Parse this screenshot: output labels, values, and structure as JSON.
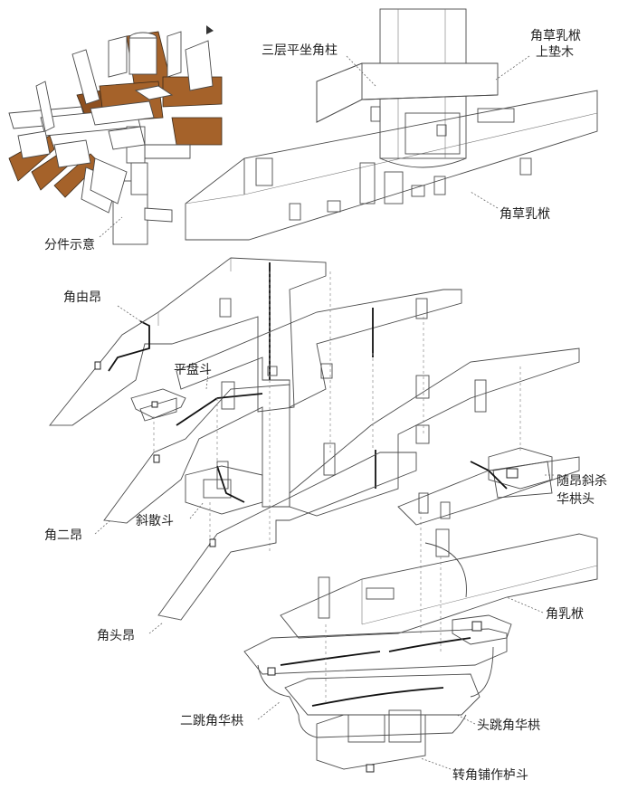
{
  "colors": {
    "line": "#4a4a4a",
    "wood": "#a5622a",
    "wood_dark": "#7a4418",
    "background": "#ffffff"
  },
  "labels": {
    "sanceng_pingzuo_jiaozhu": "三层平坐角柱",
    "jiao_cao_rufu_shang_dianmu_1": "角草乳栿",
    "jiao_cao_rufu_shang_dianmu_2": "上垫木",
    "jiao_cao_rufu": "角草乳栿",
    "fenjian_shiyi": "分件示意",
    "jiao_you_ang": "角由昂",
    "ping_pan_dou": "平盘斗",
    "jiao_er_ang": "角二昂",
    "xie_san_dou": "斜散斗",
    "sui_ang_xiesha_1": "随昂斜杀",
    "sui_ang_xiesha_2": "华栱头",
    "jiao_tou_ang": "角头昂",
    "jiao_rufu": "角乳栿",
    "er_tiao_jiao_huagong": "二跳角华栱",
    "tou_tiao_jiao_huagong": "头跳角华栱",
    "zhuanjiao_puzuo_ludou": "转角铺作栌斗"
  }
}
